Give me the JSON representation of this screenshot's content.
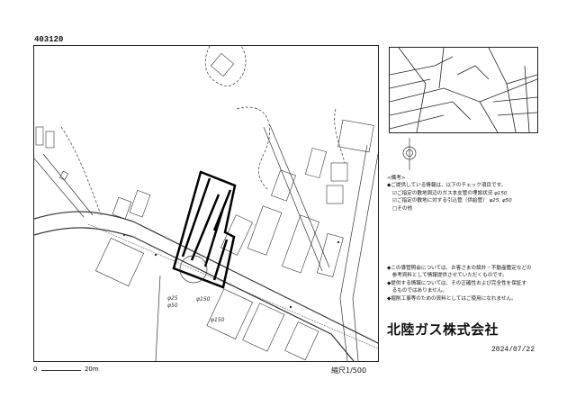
{
  "sheet_code": "403120",
  "map": {
    "site_hatched": true,
    "pipe_labels": [
      "φ25",
      "φ50",
      "φ150",
      "φ150"
    ]
  },
  "remarks": {
    "heading": "<備考>",
    "intro": "◆ご提供している情報は、以下のチェック項目です。",
    "checks": [
      {
        "checked": true,
        "label": "☑ご指定の敷地周辺のガス本支管の埋設状況",
        "note": "φ150"
      },
      {
        "checked": true,
        "label": "☑ご指定の敷地に対する引込管（供給管）",
        "note": "φ25, φ50"
      },
      {
        "checked": false,
        "label": "□その他",
        "note": ""
      }
    ]
  },
  "disclaimers": [
    "◆この導管照会については、お客さまの設計・不動産鑑定などの",
    "　参考資料として情報提供させていただくものです。",
    "◆提供する情報については、その正確性および完全性を保証す",
    "　るものではありません。",
    "◆掘削工事等のための資料としてはご使用になれません。"
  ],
  "company": "北陸ガス株式会社",
  "date": "2024/07/22",
  "scale": {
    "ratio": "縮尺1/500",
    "bar_start": "0",
    "bar_end": "20m"
  }
}
